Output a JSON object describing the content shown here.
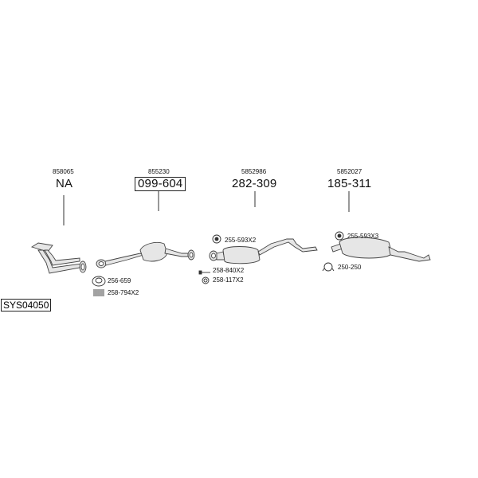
{
  "system_code": "SYS04050",
  "parts": [
    {
      "oe": "858065",
      "part": "NA",
      "boxed": false
    },
    {
      "oe": "855230",
      "part": "099-604",
      "boxed": true
    },
    {
      "oe": "5852986",
      "part": "282-309",
      "boxed": false
    },
    {
      "oe": "5852027",
      "part": "185-311",
      "boxed": false
    }
  ],
  "accessories": [
    {
      "label": "256-659",
      "icon": "gasket-ring-icon"
    },
    {
      "label": "258-794X2",
      "icon": "spring-icon"
    },
    {
      "label": "255-593X2",
      "icon": "rubber-mount-icon"
    },
    {
      "label": "258-840X2",
      "icon": "bolt-icon"
    },
    {
      "label": "258-117X2",
      "icon": "sealing-ring-icon"
    },
    {
      "label": "255-593X3",
      "icon": "rubber-mount-icon"
    },
    {
      "label": "250-250",
      "icon": "clamp-icon"
    }
  ]
}
